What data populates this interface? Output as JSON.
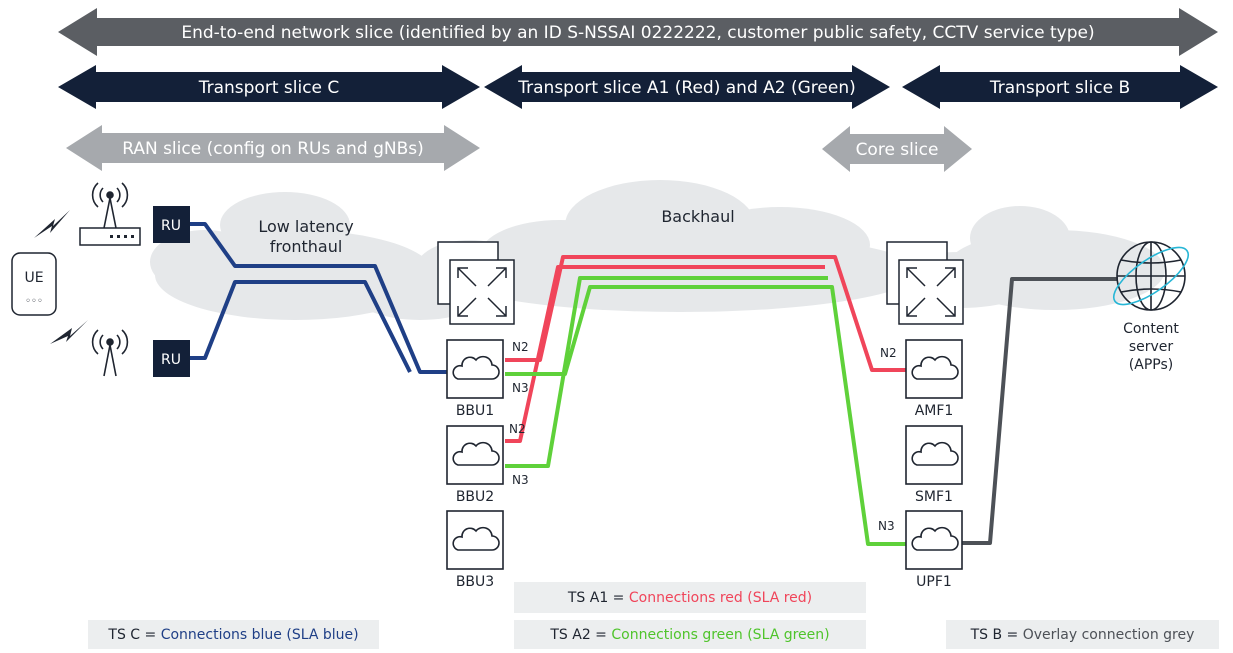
{
  "slices": {
    "e2e": "End-to-end network slice (identified by an ID S-NSSAI 0222222, customer public safety, CCTV service type)",
    "transport_c": "Transport slice C",
    "transport_a": "Transport slice A1 (Red) and A2 (Green)",
    "transport_b": "Transport slice B",
    "ran": "RAN slice (config on RUs and gNBs)",
    "core": "Core slice"
  },
  "clouds": {
    "fronthaul_line1": "Low latency",
    "fronthaul_line2": "fronthaul",
    "backhaul": "Backhaul"
  },
  "devices": {
    "ue": "UE",
    "ue_dots": "◦◦◦",
    "ru1": "RU",
    "ru2": "RU"
  },
  "nodes": {
    "bbu1": "BBU1",
    "bbu2": "BBU2",
    "bbu3": "BBU3",
    "amf1": "AMF1",
    "smf1": "SMF1",
    "upf1": "UPF1"
  },
  "interfaces": {
    "bbu1_n2": "N2",
    "bbu1_n3": "N3",
    "bbu2_n2": "N2",
    "bbu2_n3": "N3",
    "amf1_n2": "N2",
    "upf1_n3": "N3"
  },
  "content_server": {
    "line1": "Content",
    "line2": "server",
    "line3": "(APPs)"
  },
  "legend": {
    "ts_c_prefix": "TS C = ",
    "ts_c_text": "Connections blue (SLA blue)",
    "ts_a1_prefix": "TS A1 = ",
    "ts_a1_text": "Connections red (SLA red)",
    "ts_a2_prefix": "TS A2 = ",
    "ts_a2_text": "Connections green (SLA green)",
    "ts_b_prefix": "TS B = ",
    "ts_b_text": "Overlay connection grey"
  },
  "colors": {
    "e2e_arrow": "#5b5e63",
    "transport_arrow": "#132038",
    "slice_arrow": "#a6a9ad",
    "blue": "#1f3f86",
    "red": "#f0455a",
    "green": "#5fd13a",
    "grey": "#4d5157",
    "cloud": "#e6e8ea",
    "legend_bg": "#eceeef"
  },
  "icons": [
    "antenna-icon",
    "router-icon",
    "lightning-icon",
    "cloud-node-icon",
    "switch-icon",
    "globe-icon"
  ]
}
